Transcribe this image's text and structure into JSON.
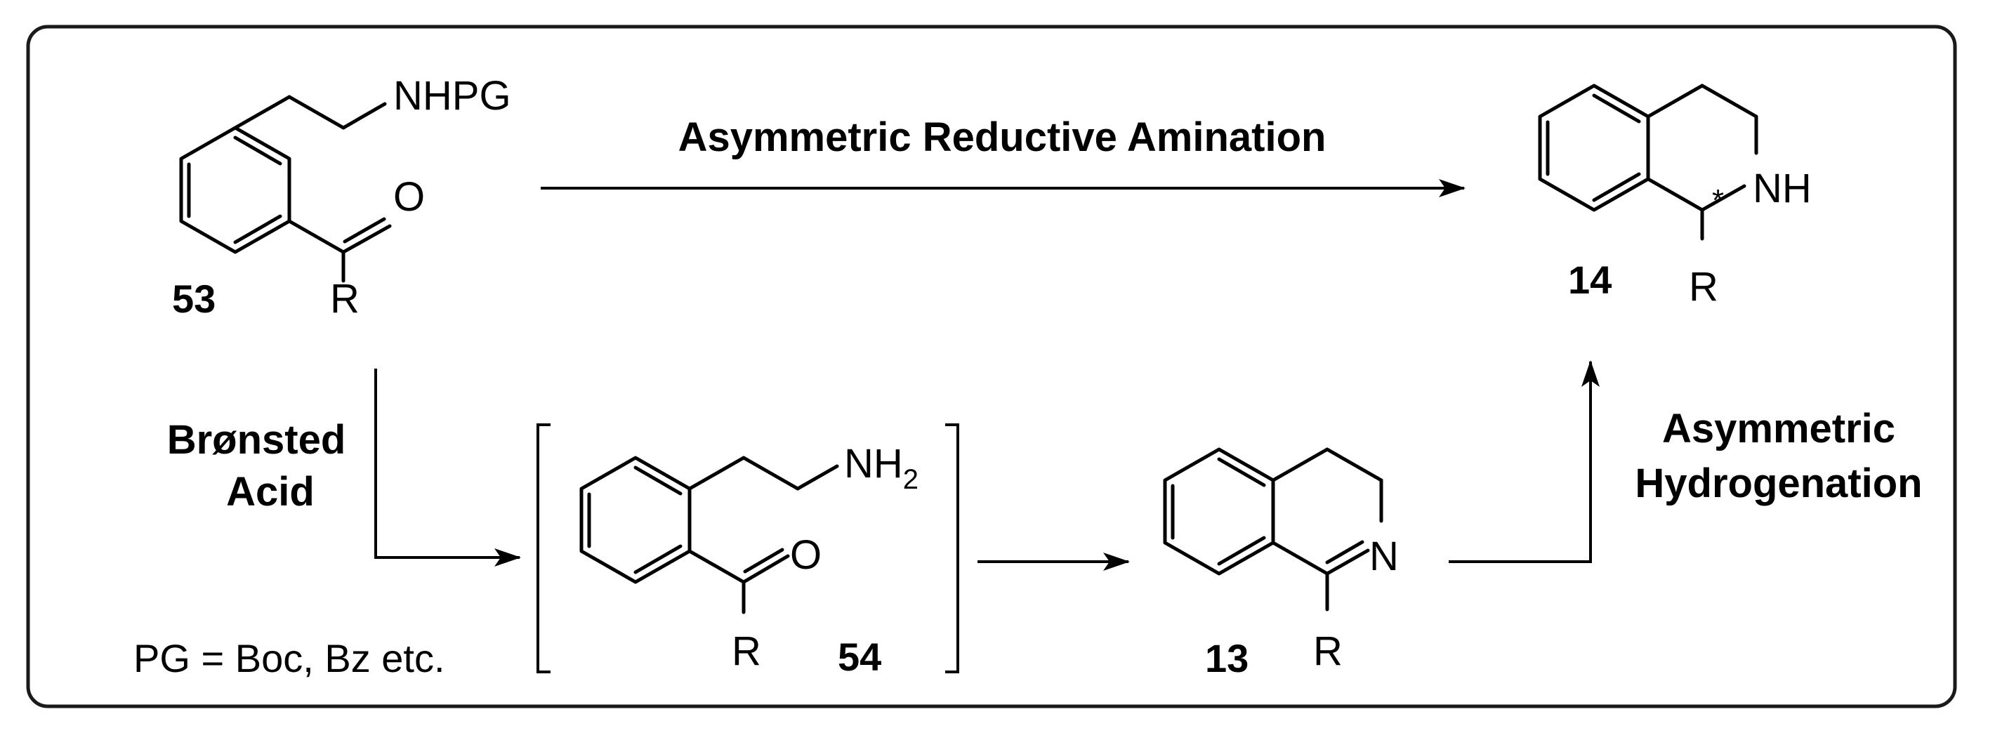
{
  "compounds": {
    "c53": {
      "id": "53",
      "substituent": "R",
      "carbonyl": "O",
      "amine": "NHPG"
    },
    "c54": {
      "id": "54",
      "substituent": "R",
      "carbonyl": "O",
      "amine_base": "NH",
      "amine_sub": "2"
    },
    "c13": {
      "id": "13",
      "substituent": "R",
      "nitrogen": "N"
    },
    "c14": {
      "id": "14",
      "substituent": "R",
      "amine": "NH",
      "stereocenter": "*"
    }
  },
  "reactions": {
    "reductive_amination": "Asymmetric Reductive Amination",
    "bronsted_line1": "Brønsted",
    "bronsted_line2": "Acid",
    "hydrogenation_line1": "Asymmetric",
    "hydrogenation_line2": "Hydrogenation"
  },
  "footnote": "PG = Boc, Bz etc.",
  "colors": {
    "ink": "#000000",
    "frame": "#1a1a1a",
    "background": "#ffffff"
  }
}
